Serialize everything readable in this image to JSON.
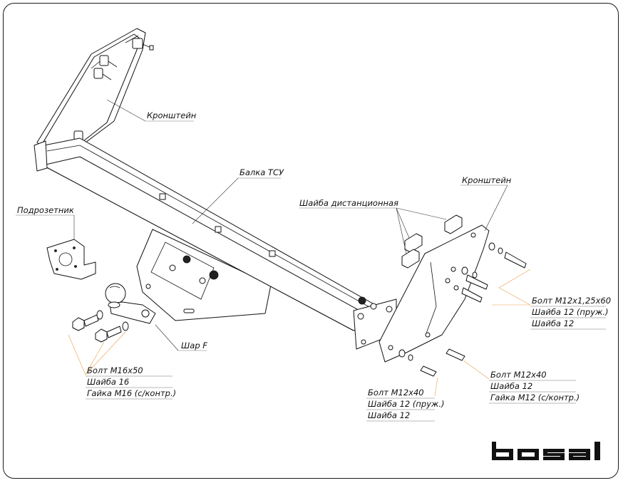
{
  "labels": {
    "bracket_top": "Кронштейн",
    "beam": "Балка ТСУ",
    "socket_plate": "Подрозетник",
    "spacer_washer": "Шайба дистанционная",
    "bracket_right": "Кронштейн",
    "ball": "Шар F"
  },
  "hardware_left": [
    "Болт М16х50",
    "Шайба 16",
    "Гайка М16 (с/контр.)"
  ],
  "hardware_right_upper": [
    "Болт М12х1,25х60",
    "Шайба 12 (пруж.)",
    "Шайба 12"
  ],
  "hardware_right_mid": [
    "Болт М12х40",
    "Шайба 12",
    "Гайка М12 (с/контр.)"
  ],
  "hardware_bottom": [
    "Болт М12х40",
    "Шайба 12 (пруж.)",
    "Шайба 12"
  ],
  "logo": {
    "text": "bosal",
    "color": "#111111"
  }
}
